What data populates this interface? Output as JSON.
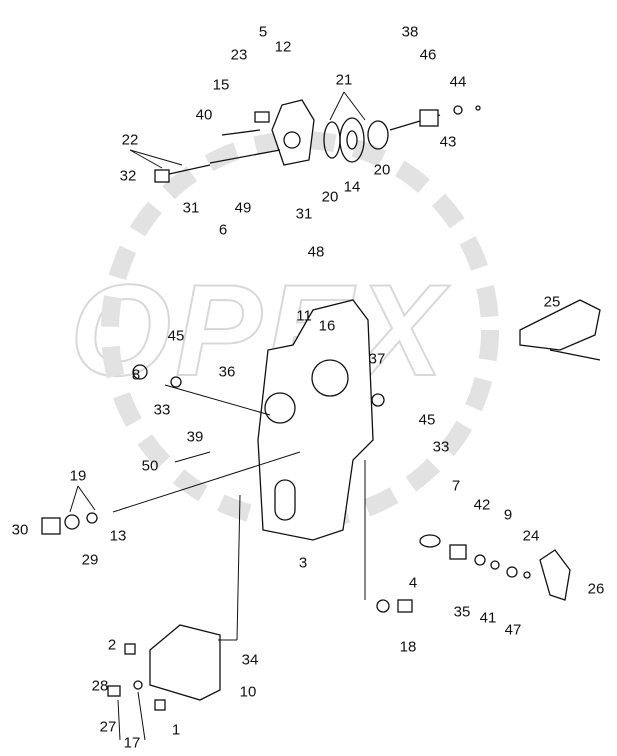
{
  "watermark": "OPEX",
  "colors": {
    "ink": "#111111",
    "watermark": "#d8d8d8"
  },
  "callouts": [
    "5",
    "23",
    "12",
    "15",
    "40",
    "22",
    "32",
    "31",
    "49",
    "6",
    "21",
    "38",
    "46",
    "44",
    "43",
    "20",
    "20",
    "14",
    "31",
    "48",
    "25",
    "11",
    "16",
    "45",
    "8",
    "36",
    "37",
    "33",
    "39",
    "50",
    "45",
    "33",
    "19",
    "30",
    "29",
    "13",
    "7",
    "42",
    "9",
    "24",
    "26",
    "3",
    "35",
    "41",
    "47",
    "4",
    "18",
    "2",
    "34",
    "10",
    "28",
    "1",
    "27",
    "17"
  ]
}
